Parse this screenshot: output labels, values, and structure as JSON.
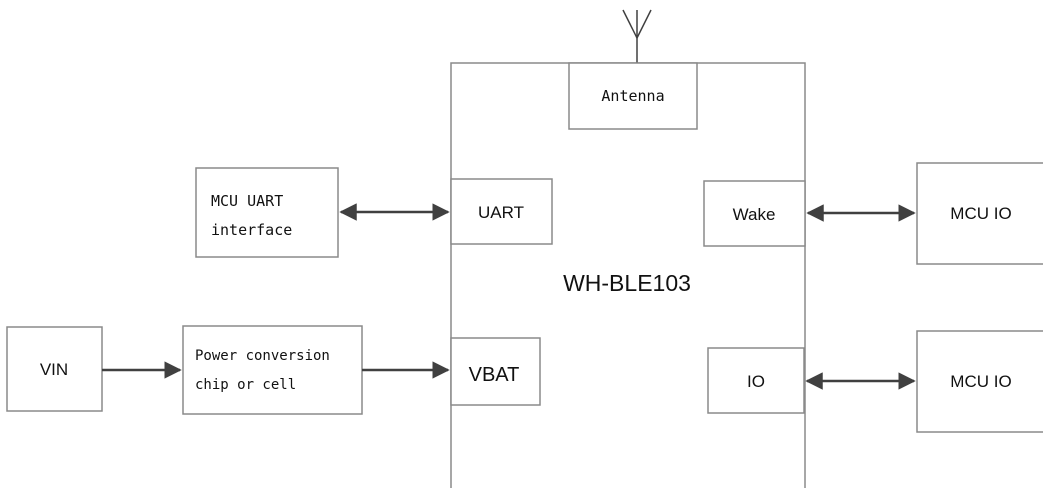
{
  "diagram": {
    "module": {
      "title": "WH-BLE103"
    },
    "antenna": {
      "label": "Antenna"
    },
    "uart": {
      "label": "UART"
    },
    "wake": {
      "label": "Wake"
    },
    "vbat": {
      "label": "VBAT"
    },
    "io": {
      "label": "IO"
    },
    "mcu_uart": {
      "line1": "MCU UART",
      "line2": "interface"
    },
    "vin": {
      "label": "VIN"
    },
    "power": {
      "line1": "Power conversion",
      "line2": "chip or cell"
    },
    "mcu_io_1": {
      "label": "MCU IO"
    },
    "mcu_io_2": {
      "label": "MCU IO"
    }
  }
}
